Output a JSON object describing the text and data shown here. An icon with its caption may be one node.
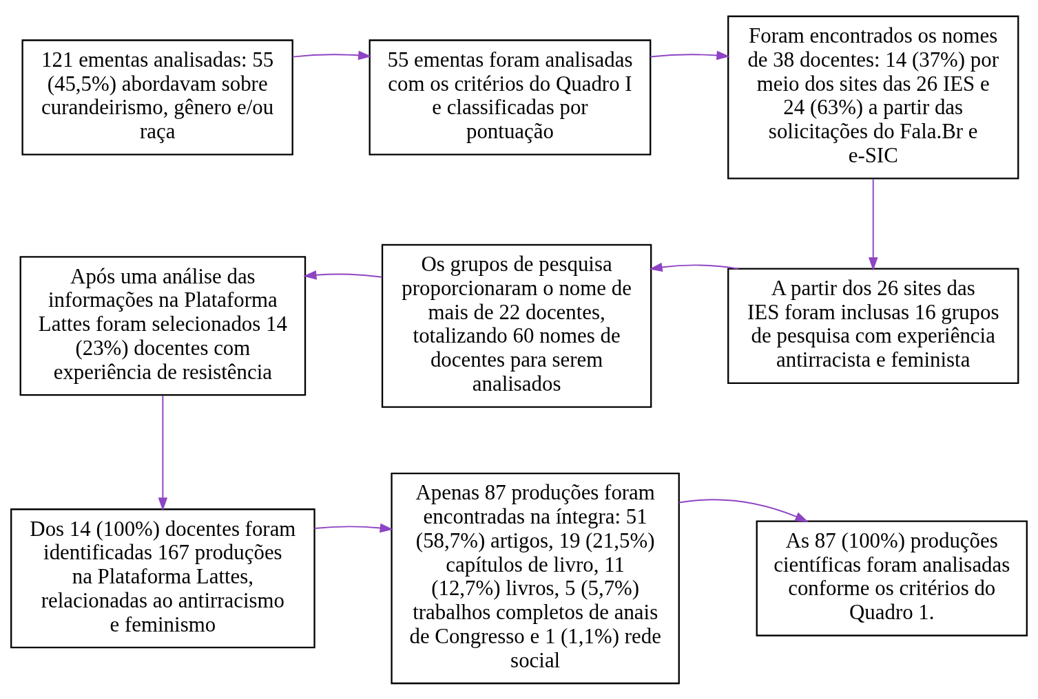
{
  "diagram": {
    "nodes": [
      {
        "text": [
          "121 ementas analisadas: 55 (45,5%) abordavam sobre curandeirismo, gênero e/ou raça"
        ]
      },
      {
        "text": [
          "55 ementas foram analisadas com os critérios do Quadro I e classificadas por pontuação"
        ]
      },
      {
        "text": [
          "Foram encontrados os nomes de 38 docentes: 14 (37%) por meio dos sites das 26 IES e 24 (63%) a partir das solicitações do Fala.Br e e-SIC"
        ]
      },
      {
        "text": [
          "A partir dos 26 sites das IES foram inclusas 16 grupos de pesquisa com experiência antirracista e feminista"
        ]
      },
      {
        "text": [
          "Os grupos de pesquisa proporcionaram o nome de mais de 22 docentes, totalizando 60 nomes de docentes para serem analisados"
        ]
      },
      {
        "text": [
          "Após uma análise das informações na Plataforma Lattes foram selecionados 14 (23%) docentes com experiência de resistência"
        ]
      },
      {
        "text": [
          "Dos 14 (100%) docentes foram identificadas 167 produções na Plataforma Lattes, relacionadas ao antirracismo e feminismo"
        ]
      },
      {
        "text": [
          "Apenas 87 produções foram encontradas na íntegra: 51 (58,7%) artigos, 19 (21,5%) capítulos de livro, 11 (12,7%) livros, 5 (5,7%) trabalhos completos de anais de Congresso e 1 (1,1%) rede social"
        ]
      },
      {
        "text": [
          "As 87 (100%) produções científicas foram analisadas conforme os critérios do Quadro 1."
        ]
      }
    ],
    "edges": [
      {
        "from": 0,
        "to": 1,
        "arrow": "to",
        "color": "#8e44c4"
      },
      {
        "from": 1,
        "to": 2,
        "arrow": "to",
        "color": "#8e44c4"
      },
      {
        "from": 2,
        "to": 3,
        "arrow": "to",
        "color": "#8e44c4"
      },
      {
        "from": 3,
        "to": 4,
        "arrow": "to",
        "color": "#8e44c4"
      },
      {
        "from": 4,
        "to": 5,
        "arrow": "to",
        "color": "#8e44c4"
      },
      {
        "from": 5,
        "to": 6,
        "arrow": "to",
        "color": "#8e44c4"
      },
      {
        "from": 6,
        "to": 7,
        "arrow": "to",
        "color": "#8e44c4"
      },
      {
        "from": 7,
        "to": 8,
        "arrow": "to",
        "color": "#8e44c4"
      }
    ]
  }
}
